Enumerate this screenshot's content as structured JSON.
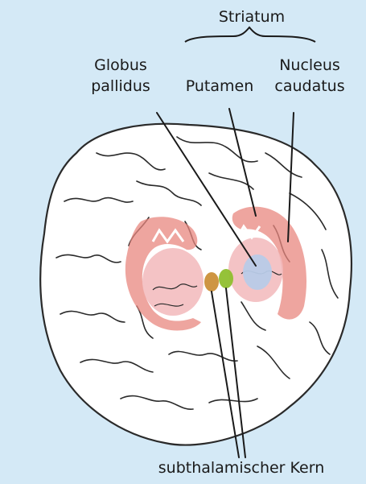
{
  "labels": {
    "striatum": "Striatum",
    "globus_line1": "Globus",
    "globus_line2": "pallidus",
    "putamen": "Putamen",
    "nucleus_line1": "Nucleus",
    "nucleus_line2": "caudatus",
    "subthalamic": "subthalamischer Kern"
  },
  "colors": {
    "background": "#d4e9f6",
    "brain": "#ffffff",
    "brain_outline": "#2a2a2a",
    "caudate": "#e8877f",
    "putamen": "#f2b8bb",
    "globus_pallidus": "#b8cbe8",
    "subthalamic_left": "#c98a2e",
    "subthalamic_right": "#8fbf2e"
  }
}
